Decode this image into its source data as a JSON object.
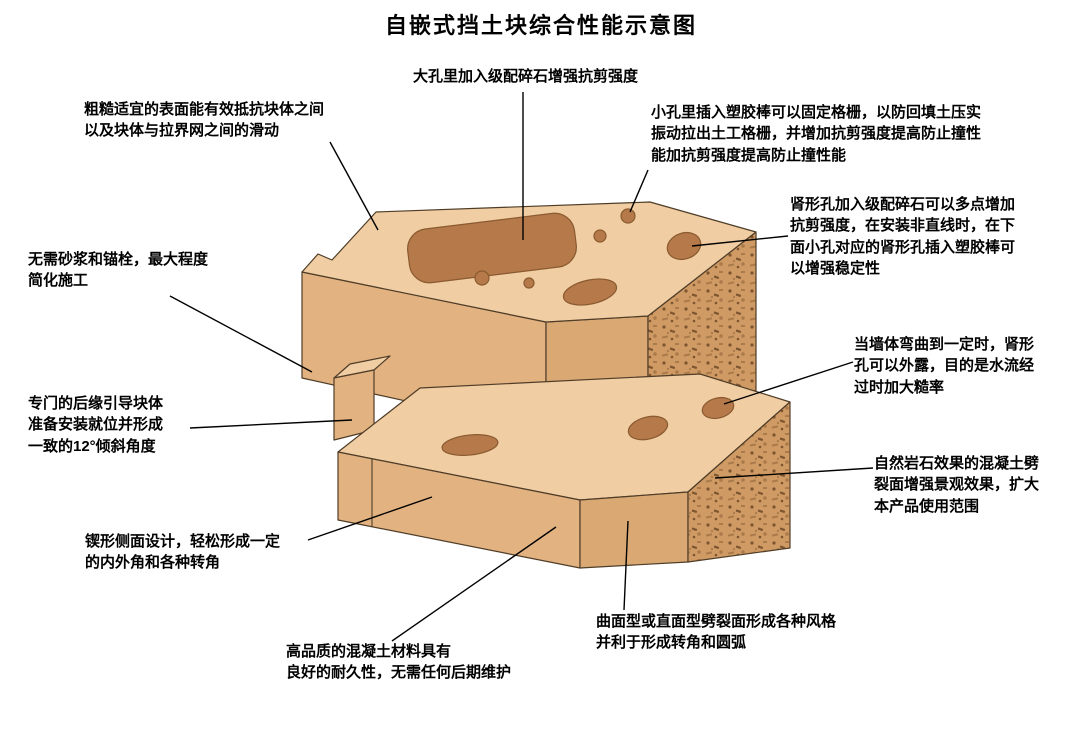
{
  "title": "自嵌式挡土块综合性能示意图",
  "callouts": {
    "big_hole": "大孔里加入级配碎石增强抗剪强度",
    "rough_surface": "粗糙适宜的表面能有效抵抗块体之间\n以及块体与拉界网之间的滑动",
    "small_hole": "小孔里插入塑胶棒可以固定格栅，以防回填土压实\n振动拉出土工格栅，并增加抗剪强度提高防止撞性\n能加抗剪强度提高防止撞性能",
    "kidney_hole": "肾形孔加入级配碎石可以多点增加\n抗剪强度，在安装非直线时，在下\n面小孔对应的肾形孔插入塑胶棒可\n以增强稳定性",
    "no_mortar": "无需砂浆和锚栓，最大程度\n简化施工",
    "rear_edge": "专门的后缘引导块体\n准备安装就位并形成\n一致的12°倾斜角度",
    "wall_bend": "当墙体弯曲到一定时，肾形\n孔可以外露，目的是水流经\n过时加大糙率",
    "rock_effect": "自然岩石效果的混凝土劈\n裂面增强景观效果，扩大\n本产品使用范围",
    "wedge_side": "锲形侧面设计，轻松形成一定\n的内外角和各种转角",
    "quality": "高品质的混凝土材料具有\n良好的耐久性，无需任何后期维护",
    "split_face": "曲面型或直面型劈裂面形成各种风格\n并利于形成转角和圆弧"
  },
  "colors": {
    "background": "#ffffff",
    "block_top": "#f0cda2",
    "block_left": "#e2b280",
    "block_right": "#d9a873",
    "block_split": "#cf9a63",
    "speckle_dark": "#7d5530",
    "speckle_mid": "#aa7a4a",
    "hole": "#b5794a",
    "hole_edge": "#8a5a30",
    "outline": "#4f3d28",
    "leader": "#000000"
  }
}
